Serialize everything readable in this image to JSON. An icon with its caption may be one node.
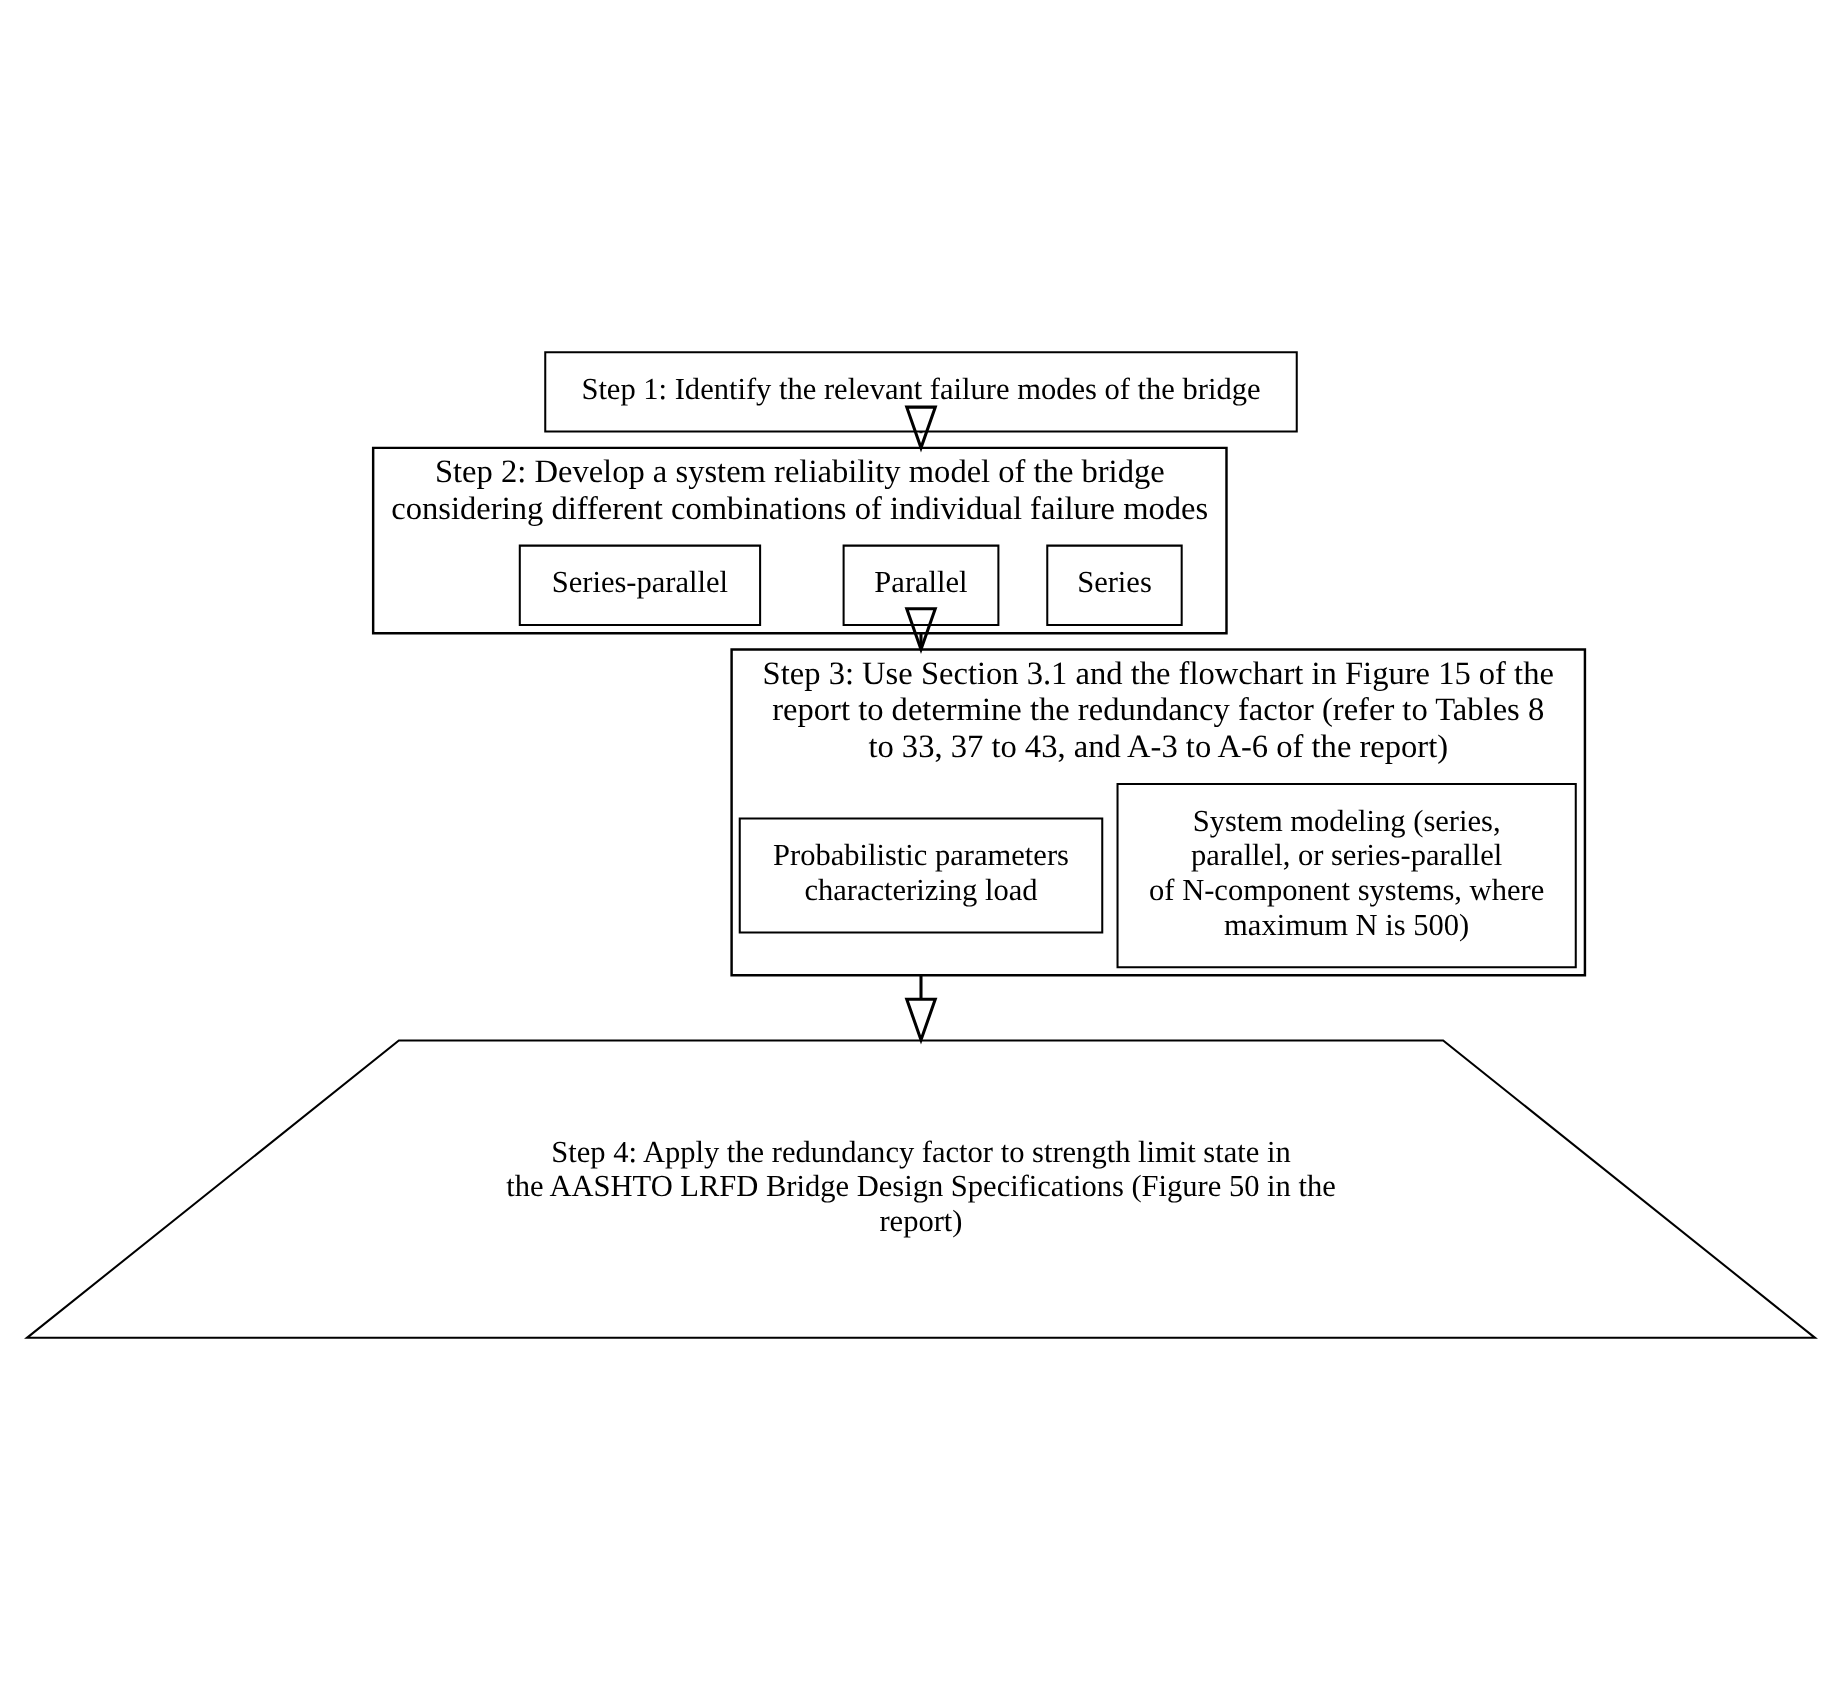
{
  "diagram": {
    "nodes": [
      {
        "text": [
          "Step 1: Identify the relevant failure modes of the bridge"
        ]
      },
      {
        "text": [
          "Step 2: Develop a system reliability model of the bridge considering different combinations of individual failure modes"
        ]
      },
      {
        "text": [
          "Series"
        ],
        "in": 1
      },
      {
        "text": [
          "Parallel"
        ],
        "in": 1
      },
      {
        "text": [
          "Series-parallel"
        ],
        "in": 1
      },
      {
        "text": [
          "Step 3: Use Section 3.1 and the flowchart in Figure 15 of the report to determine the redundancy factor (refer to Tables 8 to 33, 37 to 43, and A-3 to A-6 of the report)"
        ]
      },
      {
        "text": [
          "System modeling (series, parallel, or series-parallel of N-component systems, where maximum N is 500)"
        ],
        "in": 5
      },
      {
        "text": [
          "Probabilistic parameters characterizing load"
        ],
        "in": 5
      },
      {
        "text": [
          "Step 4: Apply the redundancy factor to strength limit state in the AASHTO LRFD Bridge Design Specifications (Figure 50 in the report)"
        ]
      }
    ],
    "edges": [
      {
        "from": 0,
        "to": 1,
        "arrow": "to"
      },
      {
        "from": 1,
        "to": 5,
        "arrow": "to"
      },
      {
        "from": 5,
        "to": 8,
        "arrow": "to"
      }
    ]
  }
}
